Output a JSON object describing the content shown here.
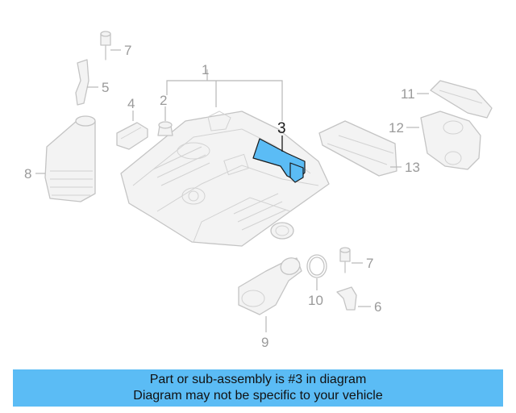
{
  "diagram": {
    "highlight_color": "#5bbcf5",
    "part_color": "#c4c4c4",
    "callouts": {
      "c1": "1",
      "c2": "2",
      "c3": "3",
      "c4": "4",
      "c5": "5",
      "c6": "6",
      "c7a": "7",
      "c7b": "7",
      "c8": "8",
      "c9": "9",
      "c10": "10",
      "c11": "11",
      "c12": "12",
      "c13": "13"
    }
  },
  "banner": {
    "line1": "Part or sub-assembly is #3 in diagram",
    "line2": "Diagram may not be specific to your vehicle",
    "background": "#5bbcf5"
  }
}
